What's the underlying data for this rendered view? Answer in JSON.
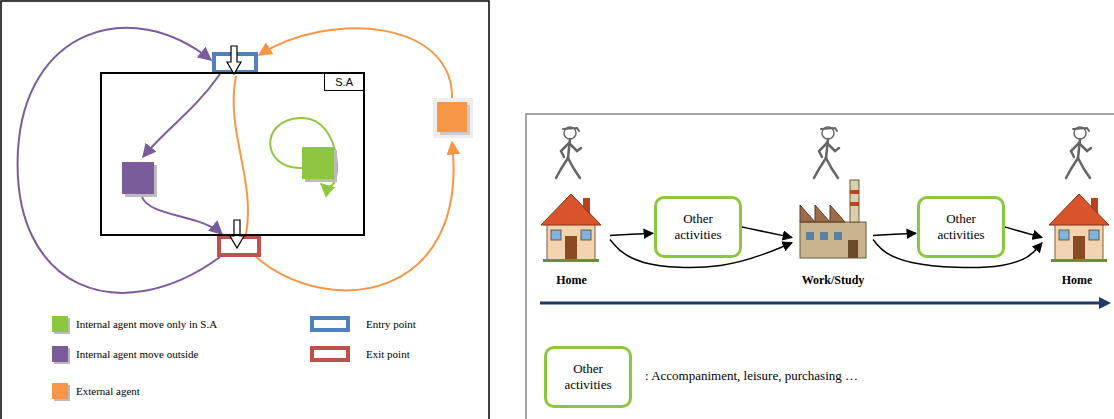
{
  "diagram": {
    "nodes": [
      {
        "text": [
          "S.A"
        ]
      },
      {
        "text": [
          "Home"
        ]
      },
      {
        "text": [
          "Other activities"
        ]
      },
      {
        "text": [
          "Work/Study"
        ]
      },
      {
        "text": [
          "Other activities"
        ]
      },
      {
        "text": [
          "Home"
        ]
      },
      {
        "text": [
          "Other activities"
        ]
      }
    ],
    "edges": [
      {
        "from": 1,
        "to": 2,
        "arrow": "to"
      },
      {
        "from": 2,
        "to": 3,
        "arrow": "to"
      },
      {
        "from": 1,
        "to": 3,
        "arrow": "to"
      },
      {
        "from": 3,
        "to": 4,
        "arrow": "to"
      },
      {
        "from": 4,
        "to": 5,
        "arrow": "to"
      },
      {
        "from": 3,
        "to": 5,
        "arrow": "to"
      }
    ],
    "labels": [
      ": Accompaniment, leisure, purchasing …"
    ],
    "legend": [
      {
        "text": "Internal agent move only in S.A",
        "color": "#8dc63f"
      },
      {
        "text": "Internal agent move outside",
        "color": "#7b5c9b"
      },
      {
        "text": "External agent",
        "color": "#f79646"
      },
      {
        "text": "Entry point"
      },
      {
        "text": "Exit point"
      }
    ]
  }
}
